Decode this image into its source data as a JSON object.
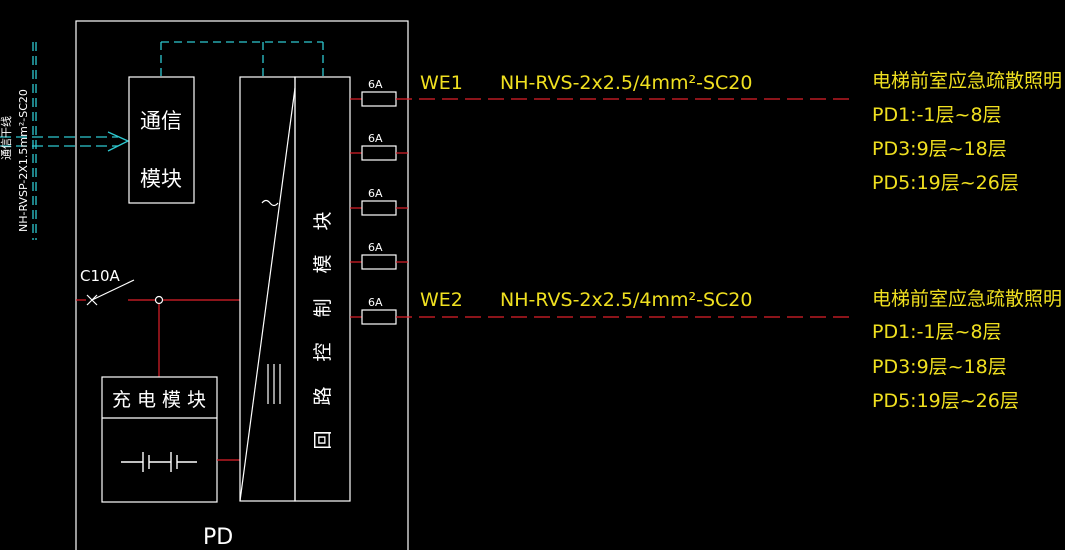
{
  "panel": {
    "label": "PD",
    "breaker_label": "C10A",
    "comm_module_chars": [
      "通信",
      "模块"
    ],
    "charging_module_label": "充 电 模 块",
    "control_module_chars": [
      "回",
      "路",
      "控",
      "制",
      "模",
      "块"
    ]
  },
  "incoming_cable": {
    "label": "NH-RVSP-2X1.5mm²-SC20",
    "cut_label": "通信干线"
  },
  "fuses": [
    "6A",
    "6A",
    "6A",
    "6A",
    "6A"
  ],
  "circuits": [
    {
      "id": "WE1",
      "cable": "NH-RVS-2x2.5/4mm²-SC20",
      "description": "电梯前室应急疏散照明",
      "floors": [
        "PD1:-1层~8层",
        "PD3:9层~18层",
        "PD5:19层~26层"
      ]
    },
    {
      "id": "WE2",
      "cable": "NH-RVS-2x2.5/4mm²-SC20",
      "description": "电梯前室应急疏散照明",
      "floors": [
        "PD1:-1层~8层",
        "PD3:9层~18层",
        "PD5:19层~26层"
      ]
    }
  ],
  "colors": {
    "background": "#000000",
    "outline": "#ffffff",
    "circuit_line": "#e0202a",
    "comm_line": "#2ec8d0",
    "text": "#ffffff",
    "annotation": "#f0e020"
  }
}
